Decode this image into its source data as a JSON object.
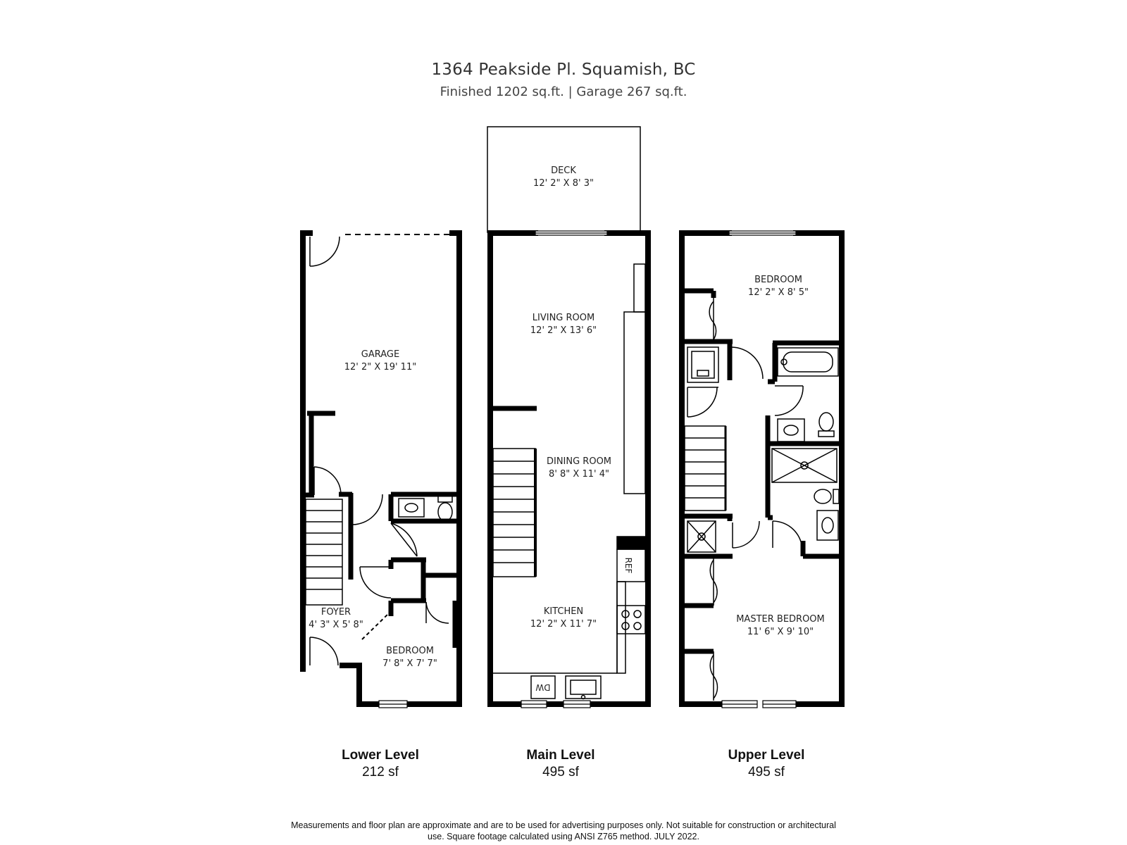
{
  "header": {
    "address": "1364 Peakside Pl. Squamish, BC",
    "areas": "Finished   1202 sq.ft.  |  Garage   267 sq.ft."
  },
  "lower": {
    "name": "Lower Level",
    "area": "212 sf",
    "garage": {
      "name": "GARAGE",
      "dims": "12' 2\" X 19' 11\""
    },
    "foyer": {
      "name": "FOYER",
      "dims": "4' 3\" X 5' 8\""
    },
    "bedroom": {
      "name": "BEDROOM",
      "dims": "7' 8\" X 7' 7\""
    }
  },
  "main": {
    "name": "Main Level",
    "area": "495 sf",
    "deck": {
      "name": "DECK",
      "dims": "12' 2\" X 8' 3\""
    },
    "living": {
      "name": "LIVING ROOM",
      "dims": "12' 2\" X 13' 6\""
    },
    "dining": {
      "name": "DINING ROOM",
      "dims": "8' 8\" X 11' 4\""
    },
    "kitchen": {
      "name": "KITCHEN",
      "dims": "12' 2\" X 11' 7\""
    },
    "ref": "REF",
    "dw": "DW"
  },
  "upper": {
    "name": "Upper Level",
    "area": "495 sf",
    "bedroom": {
      "name": "BEDROOM",
      "dims": "12' 2\" X 8' 5\""
    },
    "master": {
      "name": "MASTER BEDROOM",
      "dims": "11' 6\" X 9' 10\""
    }
  },
  "footer": {
    "line1": "Measurements and floor plan are approximate and are to be used for advertising purposes only. Not suitable for construction or architectural",
    "line2": "use. Square footage calculated using ANSI Z765 method. JULY 2022."
  }
}
